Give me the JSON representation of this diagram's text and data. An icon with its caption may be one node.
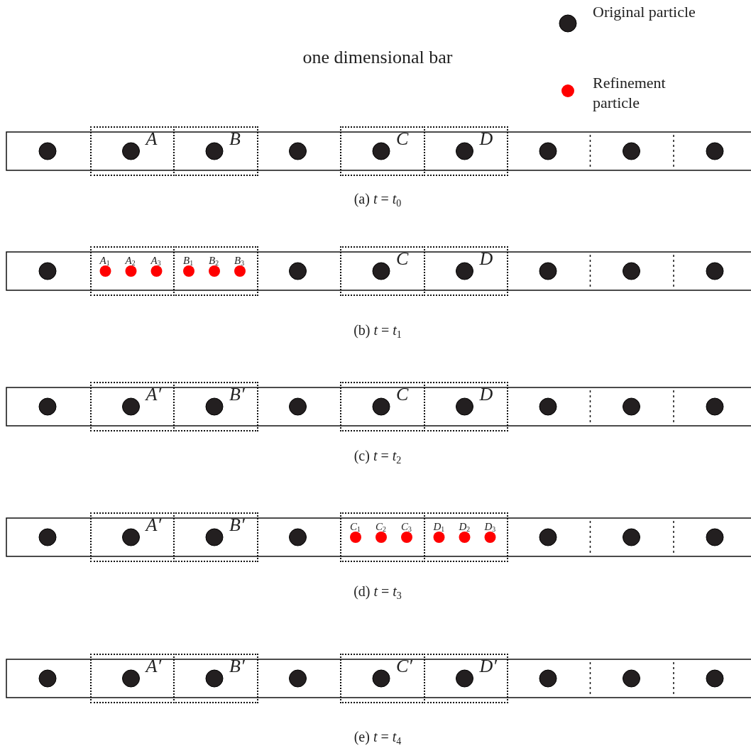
{
  "diagram": {
    "title": "one dimensional bar",
    "nodes": [
      {
        "text": [
          "A"
        ]
      },
      {
        "text": [
          "B"
        ]
      },
      {
        "text": [
          "C"
        ]
      },
      {
        "text": [
          "D"
        ]
      },
      {
        "text": [
          "A$_{1}$",
          "A$_{2}$",
          "A$_{3}$"
        ]
      },
      {
        "text": [
          "B$_{1}$",
          "B$_{2}$",
          "B$_{3}$"
        ]
      },
      {
        "text": [
          "C"
        ]
      },
      {
        "text": [
          "D"
        ]
      },
      {
        "text": [
          "A′"
        ]
      },
      {
        "text": [
          "B′"
        ]
      },
      {
        "text": [
          "C"
        ]
      },
      {
        "text": [
          "D"
        ]
      },
      {
        "text": [
          "A′"
        ]
      },
      {
        "text": [
          "B′"
        ]
      },
      {
        "text": [
          "C$_{1}$",
          "C$_{2}$",
          "C$_{3}$"
        ]
      },
      {
        "text": [
          "D$_{1}$",
          "D$_{2}$",
          "D$_{3}$"
        ]
      },
      {
        "text": [
          "A′"
        ]
      },
      {
        "text": [
          "B′"
        ]
      },
      {
        "text": [
          "C′"
        ]
      },
      {
        "text": [
          "D′"
        ]
      }
    ],
    "labels": [
      "(a) *t* = *t*$_{0}$",
      "(b) *t* = *t*$_{1}$",
      "(c) *t* = *t*$_{2}$",
      "(d) *t* = *t*$_{3}$",
      "(e) *t* = *t*$_{4}$"
    ],
    "legend": [
      {
        "text": "Original particle",
        "color": "#231f20"
      },
      {
        "text": "Refinement particle",
        "color": "#ff0000"
      }
    ]
  }
}
